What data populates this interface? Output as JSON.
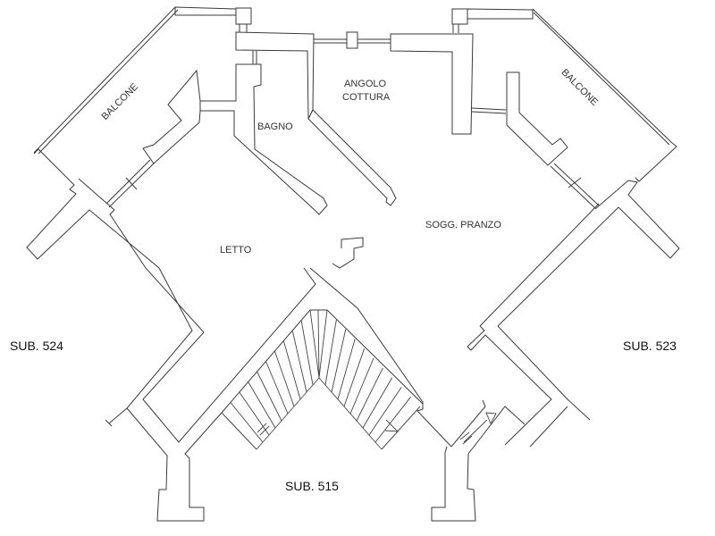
{
  "plan": {
    "rooms": {
      "balcone_left": "BALCONE",
      "balcone_right": "BALCONE",
      "bagno": "BAGNO",
      "angolo_line1": "ANGOLO",
      "angolo_line2": "COTTURA",
      "letto": "LETTO",
      "soggiorno": "SOGG. PRANZO"
    },
    "units": {
      "left": "SUB. 524",
      "right": "SUB. 523",
      "bottom": "SUB. 515"
    },
    "stair_steps_per_flight": 10
  }
}
